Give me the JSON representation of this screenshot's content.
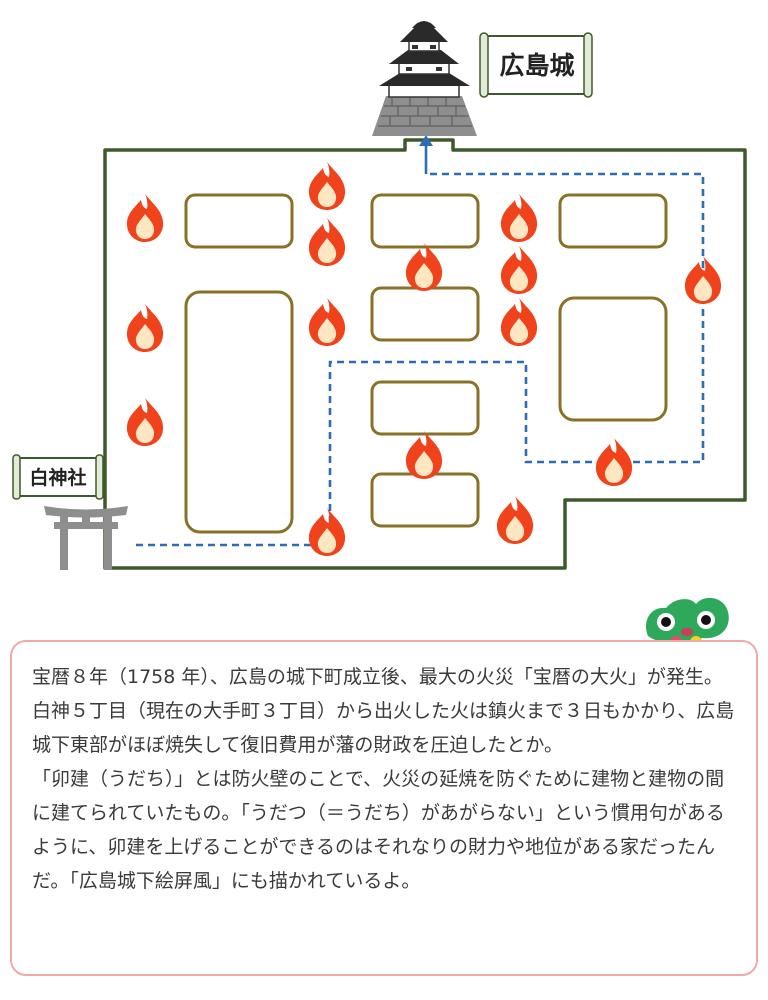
{
  "labels": {
    "castle": "広島城",
    "shrine": "白神社"
  },
  "description": {
    "paragraph1": "宝暦８年（1758 年）、広島の城下町成立後、最大の火災「宝暦の大火」が発生。白神５丁目（現在の大手町３丁目）から出火した火は鎮火まで３日もかかり、広島城下東部がほぼ焼失して復旧費用が藩の財政を圧迫したとか。",
    "paragraph2": "「卯建（うだち）」とは防火壁のことで、火災の延焼を防ぐために建物と建物の間に建てられていたもの。「うだつ（＝うだち）があがらない」という慣用句があるように、卯建を上げることができるのはそれなりの財力や地位がある家だったんだ。「広島城下絵屏風」にも描かれているよ。"
  },
  "icons": {
    "fire": "fire-icon",
    "castle": "castle-icon",
    "torii": "torii-gate-icon",
    "mascot": "mascot-icon"
  },
  "colors": {
    "wall": "#3d5a2a",
    "block": "#8a7128",
    "fire_path": "#2e6db4",
    "flame_outer": "#f0431b",
    "flame_inner": "#ffe6c2",
    "box_border": "#f0a9a9"
  }
}
